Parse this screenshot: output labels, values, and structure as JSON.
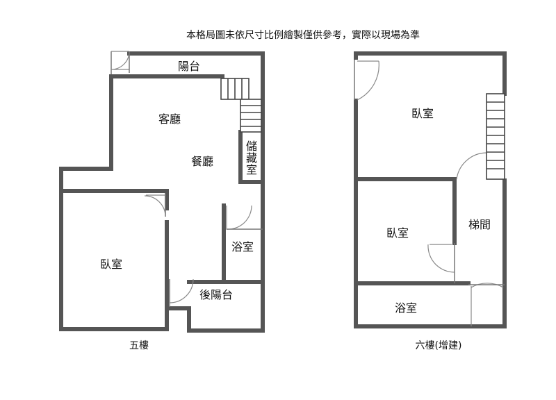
{
  "note": "本格局圖未依尺寸比例繪製僅供參考，實際以現場為準",
  "floor5": {
    "caption": "五樓",
    "rooms": {
      "balcony": "陽台",
      "living": "客廳",
      "dining": "餐廳",
      "storage": [
        "儲",
        "藏",
        "室"
      ],
      "bedroom": "臥室",
      "bathroom": "浴室",
      "rear_balcony": "後陽台"
    }
  },
  "floor6": {
    "caption": "六樓(增建)",
    "rooms": {
      "bedroom_top": "臥室",
      "bedroom_mid": "臥室",
      "stairwell": "梯間",
      "bathroom": "浴室"
    }
  },
  "colors": {
    "wall": "#555555",
    "text": "#111111",
    "background": "#ffffff"
  }
}
